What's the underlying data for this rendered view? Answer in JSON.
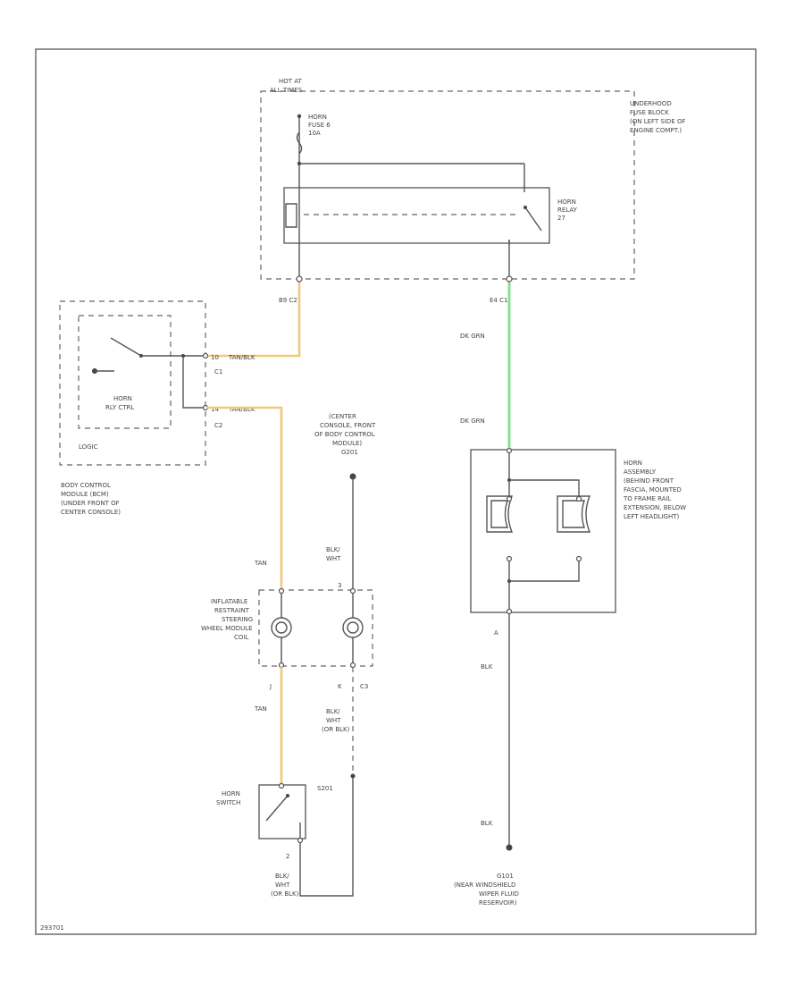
{
  "labels": {
    "hot_at": "HOT AT",
    "all_times": "ALL TIMES",
    "fuse_l1": "HORN",
    "fuse_l2": "FUSE 6",
    "fuse_l3": "10A",
    "ufb_l1": "UNDERHOOD",
    "ufb_l2": "FUSE BLOCK",
    "ufb_l3": "(ON LEFT SIDE OF",
    "ufb_l4": "ENGINE COMPT.)",
    "relay_l1": "HORN",
    "relay_l2": "RELAY",
    "relay_l3": "27",
    "b9_c2": "B9  C2",
    "e4_c1": "E4  C1",
    "dkgrn_1": "DK GRN",
    "dkgrn_2": "DK GRN",
    "bcm_pin_10": "10",
    "bcm_tan_10": "TAN/BLK",
    "bcm_c1": "C1",
    "bcm_pin_14": "14",
    "bcm_tan_14": "TAN/BLK",
    "bcm_c2": "C2",
    "horn_rly_ctrl_l1": "HORN",
    "horn_rly_ctrl_l2": "RLY CTRL",
    "logic": "LOGIC",
    "bcm_l1": "BODY CONTROL",
    "bcm_l2": "MODULE (BCM)",
    "bcm_l3": "(UNDER FRONT OF",
    "bcm_l4": "CENTER CONSOLE)",
    "g201_l1": "(CENTER",
    "g201_l2": "CONSOLE, FRONT",
    "g201_l3": "OF BODY CONTROL",
    "g201_l4": "MODULE)",
    "g201_l5": "G201",
    "horn_l1": "HORN",
    "horn_l2": "ASSEMBLY",
    "horn_l3": "(BEHIND FRONT",
    "horn_l4": "FASCIA, MOUNTED",
    "horn_l5": "TO FRAME RAIL",
    "horn_l6": "EXTENSION, BELOW",
    "horn_l7": "LEFT HEADLIGHT)",
    "tan_upper": "TAN",
    "blk_wht_upper_1": "BLK/",
    "blk_wht_upper_2": "WHT",
    "pin_3": "3",
    "srs_l1": "INFLATABLE",
    "srs_l2": "RESTRAINT",
    "srs_l3": "STEERING",
    "srs_l4": "WHEEL MODULE",
    "srs_l5": "COIL",
    "pin_j": "J",
    "pin_k": "K",
    "srs_c3": "C3",
    "tan_lower": "TAN",
    "blk_lower_1": "BLK/",
    "blk_lower_2": "WHT",
    "blk_lower_3": "(OR BLK)",
    "pin_a": "A",
    "blk_horn_1": "BLK",
    "blk_horn_2": "BLK",
    "s201": "S201",
    "horn_sw_l1": "HORN",
    "horn_sw_l2": "SWITCH",
    "pin_2": "2",
    "blk_bottom_1": "BLK/",
    "blk_bottom_2": "WHT",
    "blk_bottom_3": "(OR BLK)",
    "g101_l1": "G101",
    "g101_l2": "(NEAR WINDSHIELD",
    "g101_l3": "WIPER FLUID",
    "g101_l4": "RESERVOIR)",
    "page_code": "293701"
  },
  "wire_colors": {
    "tan": "#f2c97a",
    "dk_green": "#7fe08a",
    "black": "#555555"
  }
}
